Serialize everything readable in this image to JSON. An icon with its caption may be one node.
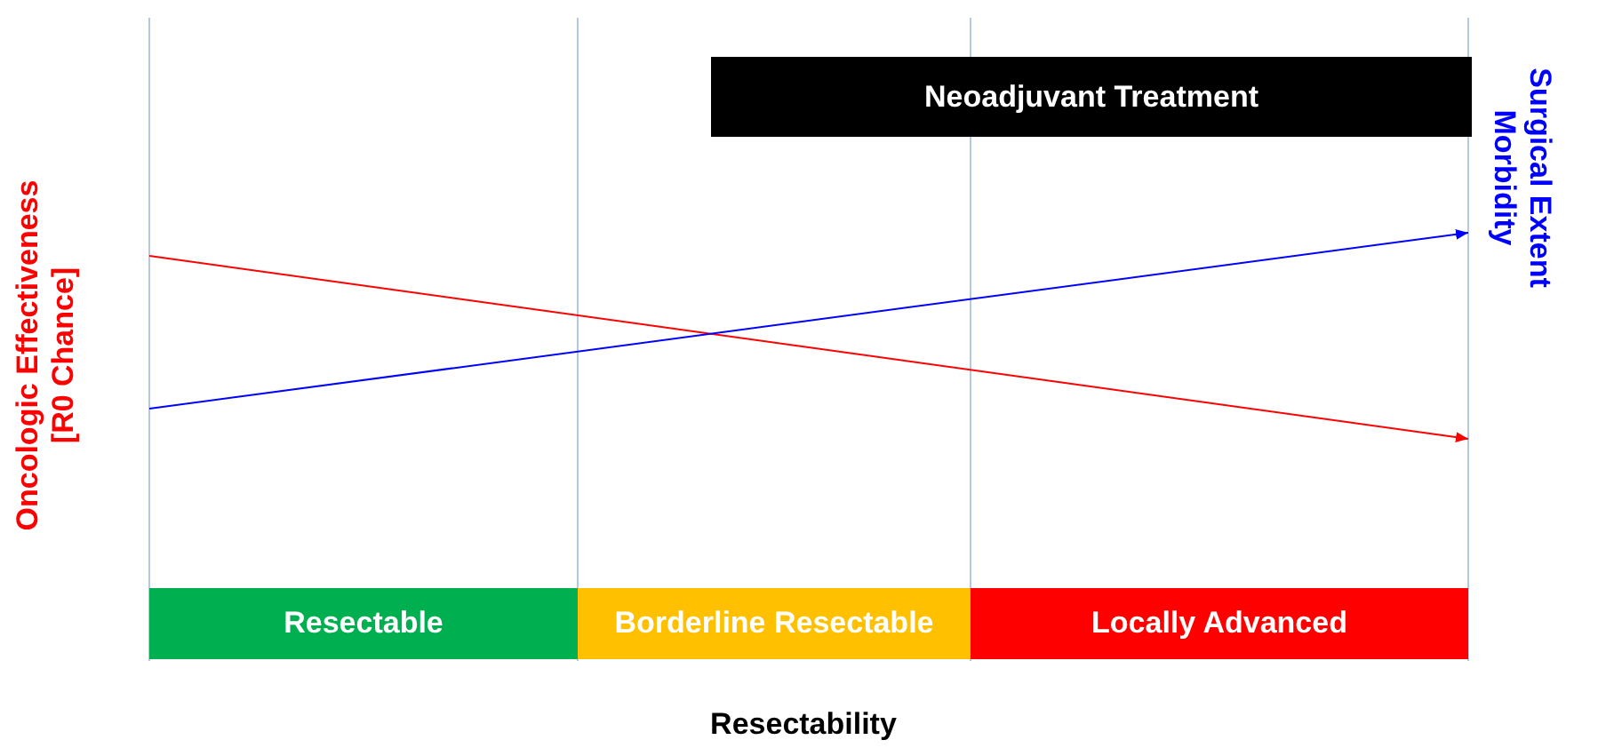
{
  "diagram": {
    "nodes": [
      {
        "text": [
          "Neoadjuvant Treatment"
        ]
      },
      {
        "text": [
          "Resectable"
        ]
      },
      {
        "text": [
          "Borderline Resectable"
        ]
      },
      {
        "text": [
          "Locally Advanced"
        ]
      }
    ],
    "labels": [
      "Oncologic Effectiveness [R0 Chance]",
      "Surgical Extent Morbidity",
      "Resectability"
    ]
  }
}
